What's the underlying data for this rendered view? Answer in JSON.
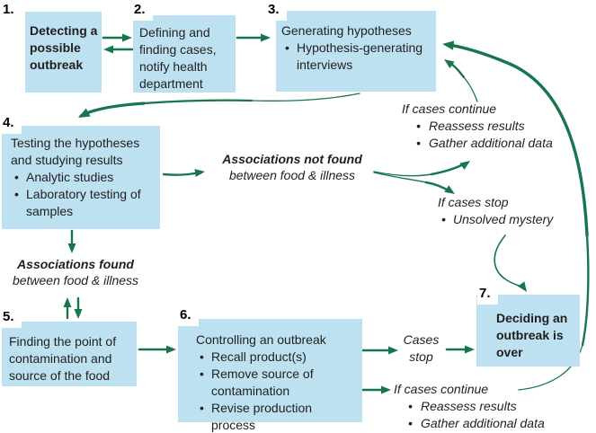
{
  "colors": {
    "box_fill": "#bee1f1",
    "arrow_green": "#17774c",
    "text": "#1f1f1f"
  },
  "boxes": [
    {
      "number": "1.",
      "title": "Detecting a possible outbreak",
      "bullets": []
    },
    {
      "number": "2.",
      "title": "Defining and finding cases, notify health department",
      "bullets": []
    },
    {
      "number": "3.",
      "title": "Generating hypotheses",
      "bullets": [
        "Hypothesis-generating interviews"
      ]
    },
    {
      "number": "4.",
      "title": "Testing the hypotheses and studying results",
      "bullets": [
        "Analytic studies",
        "Laboratory testing of samples"
      ]
    },
    {
      "number": "5.",
      "title": "Finding the point of contamination and source of the food",
      "bullets": []
    },
    {
      "number": "6.",
      "title": "Controlling an outbreak",
      "bullets": [
        "Recall product(s)",
        "Remove source of contamination",
        "Revise production process"
      ]
    },
    {
      "number": "7.",
      "title": "Deciding an outbreak is over",
      "bullets": []
    }
  ],
  "notes": {
    "associations_not_found": {
      "title": "Associations not found",
      "subtitle": "between food & illness"
    },
    "associations_found": {
      "title": "Associations found",
      "subtitle": "between food & illness"
    },
    "if_cases_continue_top": {
      "title": "If cases continue",
      "bullets": [
        "Reassess results",
        "Gather additional data"
      ]
    },
    "if_cases_stop": {
      "title": "If cases stop",
      "bullets": [
        "Unsolved mystery"
      ]
    },
    "cases_stop": {
      "line1": "Cases",
      "line2": "stop"
    },
    "if_cases_continue_bottom": {
      "title": "If cases continue",
      "bullets": [
        "Reassess results",
        "Gather additional data"
      ]
    }
  }
}
